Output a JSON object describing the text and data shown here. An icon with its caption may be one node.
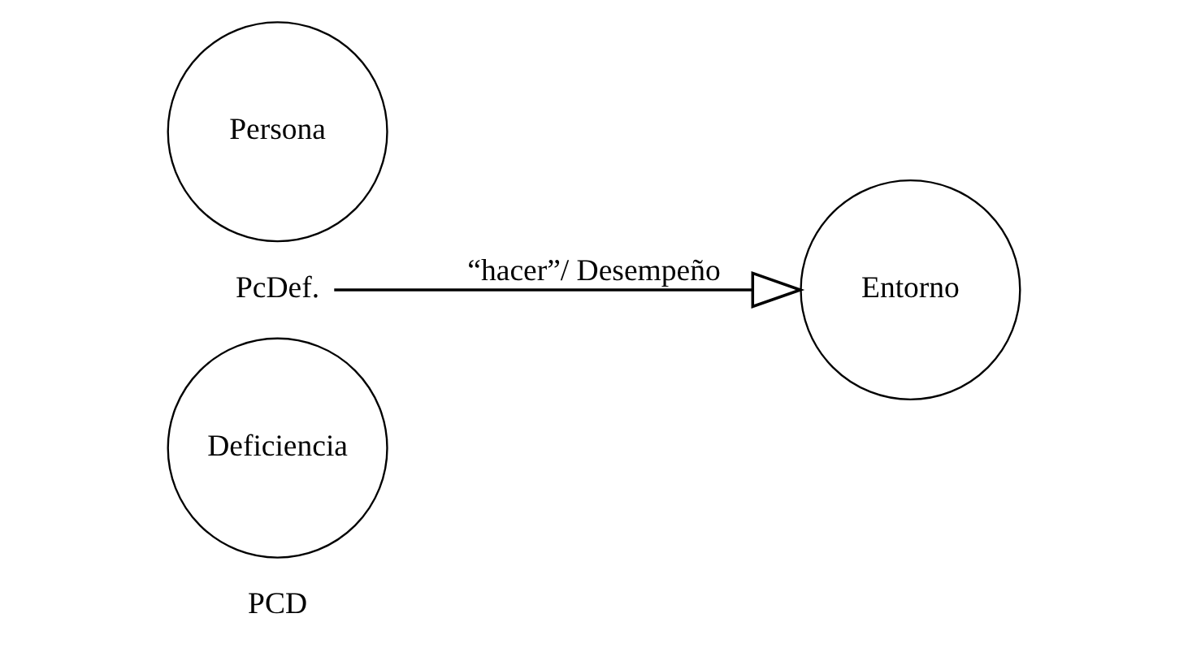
{
  "diagram": {
    "nodes": [
      {
        "text": [
          "Persona"
        ]
      },
      {
        "text": [
          "PcDef."
        ]
      },
      {
        "text": [
          "Deficiencia"
        ]
      },
      {
        "text": [
          "Entorno"
        ]
      }
    ],
    "edges": [
      {
        "from": 1,
        "to": 3,
        "arrow": "to",
        "label": "“hacer”/ Desempeño"
      }
    ],
    "labels": [
      "PCD"
    ]
  }
}
